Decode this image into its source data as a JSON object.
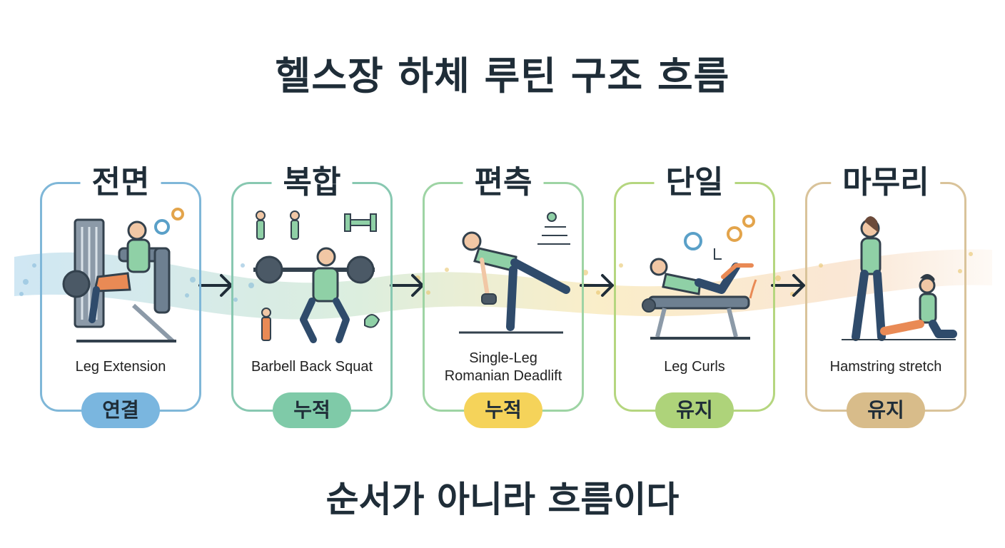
{
  "title": "헬스장 하체 루틴 구조 흐름",
  "subtitle": "순서가 아니라 흐름이다",
  "colors": {
    "text": "#1f2d38",
    "flow_blue": "#a9d3ea",
    "flow_green": "#bfe0c4",
    "flow_yellow": "#f6dc93",
    "flow_orange": "#f3c9a0"
  },
  "steps": [
    {
      "heading": "전면",
      "caption": [
        "Leg Extension"
      ],
      "badge": "연결",
      "border_color": "#7fb7d8",
      "badge_color": "#7ab6df",
      "figure_icon": "leg-extension-figure-icon"
    },
    {
      "heading": "복합",
      "caption": [
        "Barbell Back Squat"
      ],
      "badge": "누적",
      "border_color": "#88c8b1",
      "badge_color": "#7fcaa8",
      "figure_icon": "barbell-squat-figure-icon"
    },
    {
      "heading": "편측",
      "caption": [
        "Single-Leg",
        "Romanian Deadlift"
      ],
      "badge": "누적",
      "border_color": "#9ed4a4",
      "badge_color": "#f5d35a",
      "figure_icon": "single-leg-rdl-figure-icon"
    },
    {
      "heading": "단일",
      "caption": [
        "Leg Curls"
      ],
      "badge": "유지",
      "border_color": "#b5d67f",
      "badge_color": "#aed37a",
      "figure_icon": "leg-curl-figure-icon"
    },
    {
      "heading": "마무리",
      "caption": [
        "Hamstring stretch"
      ],
      "badge": "유지",
      "border_color": "#d9c39a",
      "badge_color": "#d8bc8a",
      "figure_icon": "hamstring-stretch-figure-icon"
    }
  ]
}
